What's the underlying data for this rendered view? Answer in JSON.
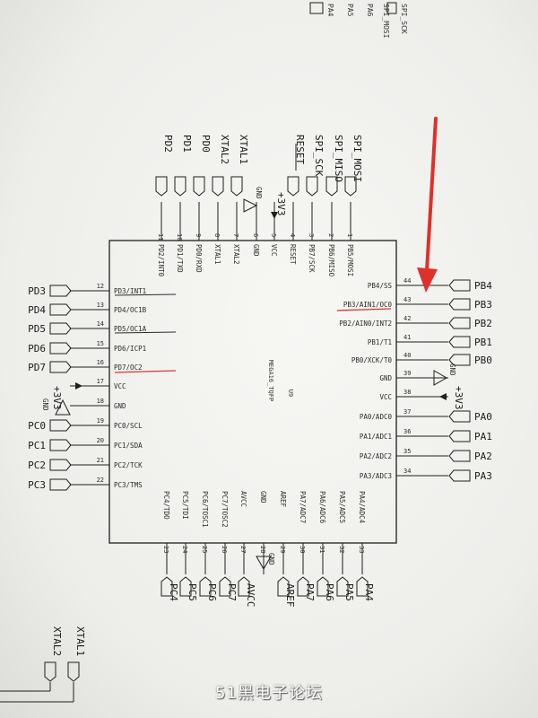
{
  "chip": {
    "ref": "U9",
    "part": "MEGA16_TQFP"
  },
  "top_fragments": [
    "PA4",
    "PA5",
    "PA6",
    "SPI_MOSI",
    "SPI_SCK"
  ],
  "top_nets": [
    "PD2",
    "PD1",
    "PD0",
    "XTAL2",
    "XTAL1",
    "+3V3",
    "RESET",
    "SPI_SCK",
    "SPI_MISO",
    "SPI_MOSI"
  ],
  "top_pins": [
    {
      "num": "11",
      "name": "PD2/INT0"
    },
    {
      "num": "10",
      "name": "PD1/TXD"
    },
    {
      "num": "9",
      "name": "PD0/RXD"
    },
    {
      "num": "8",
      "name": "XTAL1"
    },
    {
      "num": "7",
      "name": "XTAL2"
    },
    {
      "num": "6",
      "name": "GND"
    },
    {
      "num": "5",
      "name": "VCC"
    },
    {
      "num": "4",
      "name": "RESET"
    },
    {
      "num": "3",
      "name": "PB7/SCK"
    },
    {
      "num": "2",
      "name": "PB6/MISO"
    },
    {
      "num": "1",
      "name": "PB5/MOSI"
    }
  ],
  "left_nets": [
    "PD3",
    "PD4",
    "PD5",
    "PD6",
    "PD7",
    "+3V3",
    "GND",
    "PC0",
    "PC1",
    "PC2",
    "PC3"
  ],
  "left_pins": [
    {
      "num": "12",
      "name": "PD3/INT1"
    },
    {
      "num": "13",
      "name": "PD4/OC1B"
    },
    {
      "num": "14",
      "name": "PD5/OC1A"
    },
    {
      "num": "15",
      "name": "PD6/ICP1"
    },
    {
      "num": "16",
      "name": "PD7/OC2"
    },
    {
      "num": "17",
      "name": "VCC"
    },
    {
      "num": "18",
      "name": "GND"
    },
    {
      "num": "19",
      "name": "PC0/SCL"
    },
    {
      "num": "20",
      "name": "PC1/SDA"
    },
    {
      "num": "21",
      "name": "PC2/TCK"
    },
    {
      "num": "22",
      "name": "PC3/TMS"
    }
  ],
  "right_nets": [
    "PB4",
    "PB3",
    "PB2",
    "PB1",
    "PB0",
    "GND",
    "+3V3",
    "PA0",
    "PA1",
    "PA2",
    "PA3"
  ],
  "right_pins": [
    {
      "num": "44",
      "name": "PB4/SS"
    },
    {
      "num": "43",
      "name": "PB3/AIN1/OC0"
    },
    {
      "num": "42",
      "name": "PB2/AIN0/INT2"
    },
    {
      "num": "41",
      "name": "PB1/T1"
    },
    {
      "num": "40",
      "name": "PB0/XCK/T0"
    },
    {
      "num": "39",
      "name": "GND"
    },
    {
      "num": "38",
      "name": "VCC"
    },
    {
      "num": "37",
      "name": "PA0/ADC0"
    },
    {
      "num": "36",
      "name": "PA1/ADC1"
    },
    {
      "num": "35",
      "name": "PA2/ADC2"
    },
    {
      "num": "34",
      "name": "PA3/ADC3"
    }
  ],
  "bottom_nets": [
    "PC4",
    "PC5",
    "PC6",
    "PC7",
    "AVCC",
    "GND",
    "AREF",
    "PA7",
    "PA6",
    "PA5",
    "PA4"
  ],
  "bottom_pins": [
    {
      "num": "23",
      "name": "PC4/TDO"
    },
    {
      "num": "24",
      "name": "PC5/TDI"
    },
    {
      "num": "25",
      "name": "PC6/TOSC1"
    },
    {
      "num": "26",
      "name": "PC7/TOSC2"
    },
    {
      "num": "27",
      "name": "AVCC"
    },
    {
      "num": "28",
      "name": "GND"
    },
    {
      "num": "29",
      "name": "AREF"
    },
    {
      "num": "30",
      "name": "PA7/ADC7"
    },
    {
      "num": "31",
      "name": "PA6/ADC6"
    },
    {
      "num": "32",
      "name": "PA5/ADC5"
    },
    {
      "num": "33",
      "name": "PA4/ADC4"
    }
  ],
  "bottom_left_nets": [
    "XTAL1",
    "XTAL2"
  ],
  "watermark": "51黑电子论坛",
  "colors": {
    "annotation_arrow": "#e0302a",
    "underline": "#d9382f"
  }
}
